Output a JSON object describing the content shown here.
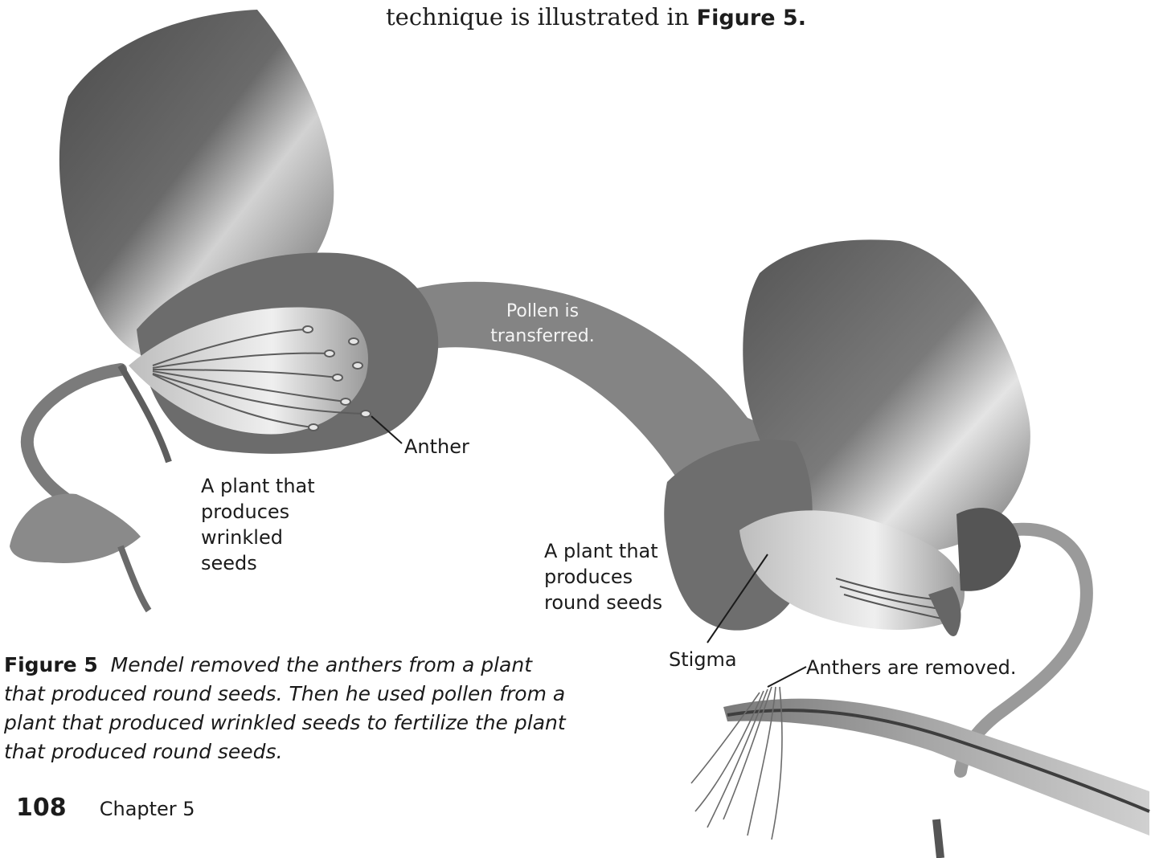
{
  "intro": {
    "text_before": "technique is illustrated in ",
    "figure_ref": "Figure 5."
  },
  "diagram": {
    "arrow_label": "Pollen is transferred.",
    "anther_label": "Anther",
    "wrinkled_plant_label": "A plant that produces wrinkled seeds",
    "round_plant_label": "A plant that produces round seeds",
    "stigma_label": "Stigma",
    "anthers_removed_label": "Anthers are removed."
  },
  "caption": {
    "label": "Figure 5",
    "text": "Mendel removed the anthers from a plant that produced round seeds. Then he used pollen from a plant that produced wrinkled seeds to fertilize the plant that produced round seeds."
  },
  "footer": {
    "page_number": "108",
    "chapter": "Chapter 5"
  }
}
